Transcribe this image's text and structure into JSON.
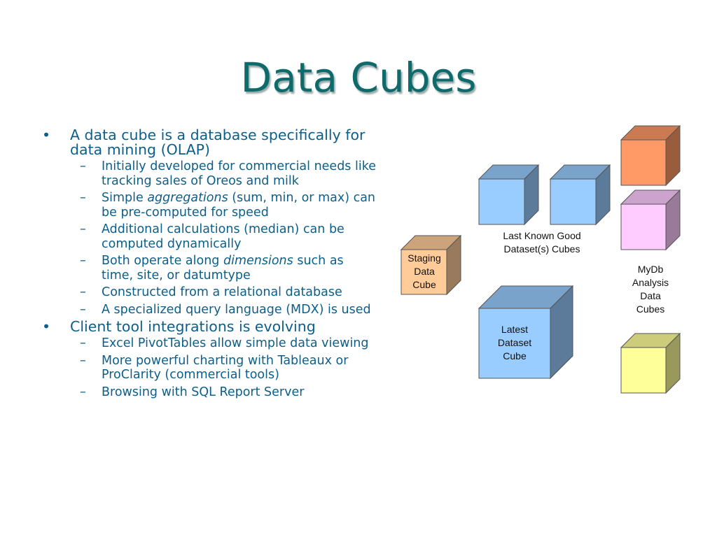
{
  "title": "Data Cubes",
  "bullets": [
    {
      "text": "A data cube is a database specifically for data mining (OLAP)",
      "subs": [
        {
          "parts": [
            {
              "t": "Initially developed for commercial needs like tracking sales of Oreos and milk"
            }
          ]
        },
        {
          "parts": [
            {
              "t": "Simple "
            },
            {
              "t": "aggregations",
              "i": true
            },
            {
              "t": " (sum, min, or max) can be pre-computed for speed"
            }
          ]
        },
        {
          "parts": [
            {
              "t": "Additional calculations (median) can be computed dynamically"
            }
          ]
        },
        {
          "parts": [
            {
              "t": "Both operate along "
            },
            {
              "t": "dimensions",
              "i": true
            },
            {
              "t": " such as time, site, or datumtype"
            }
          ]
        },
        {
          "parts": [
            {
              "t": "Constructed from a relational database"
            }
          ]
        },
        {
          "parts": [
            {
              "t": "A specialized query language (MDX) is used"
            }
          ]
        }
      ]
    },
    {
      "text": "Client tool integrations is evolving",
      "subs": [
        {
          "parts": [
            {
              "t": "Excel PivotTables allow simple data viewing"
            }
          ]
        },
        {
          "parts": [
            {
              "t": "More powerful charting with Tableaux or ProClarity (commercial tools)"
            }
          ]
        },
        {
          "parts": [
            {
              "t": "Browsing with SQL Report Server"
            }
          ]
        }
      ]
    }
  ],
  "diagram": {
    "staging_label": "Staging\nData\nCube",
    "last_known_good_label": "Last Known Good\nDataset(s) Cubes",
    "latest_label": "Latest\nDataset\nCube",
    "mydb_label": "MyDb\nAnalysis\nData\nCubes",
    "colors": {
      "blue": "#99ccff",
      "orange": "#ff9966",
      "pink": "#ffccff",
      "yellow": "#ffff99",
      "staging": "#ffcc99"
    }
  }
}
